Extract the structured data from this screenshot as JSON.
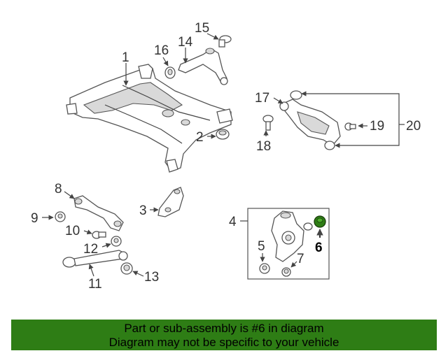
{
  "diagram": {
    "callouts": {
      "c1": "1",
      "c2": "2",
      "c3": "3",
      "c4": "4",
      "c5": "5",
      "c6": "6",
      "c7": "7",
      "c8": "8",
      "c9": "9",
      "c10": "10",
      "c11": "11",
      "c12": "12",
      "c13": "13",
      "c14": "14",
      "c15": "15",
      "c16": "16",
      "c17": "17",
      "c18": "18",
      "c19": "19",
      "c20": "20"
    },
    "highlighted_part": "6",
    "colors": {
      "banner": "#2e7d15",
      "highlight": "#2e7d15"
    }
  },
  "banner": {
    "line1": "Part or sub-assembly is #6 in diagram",
    "line2": "Diagram may not be specific to your vehicle"
  }
}
